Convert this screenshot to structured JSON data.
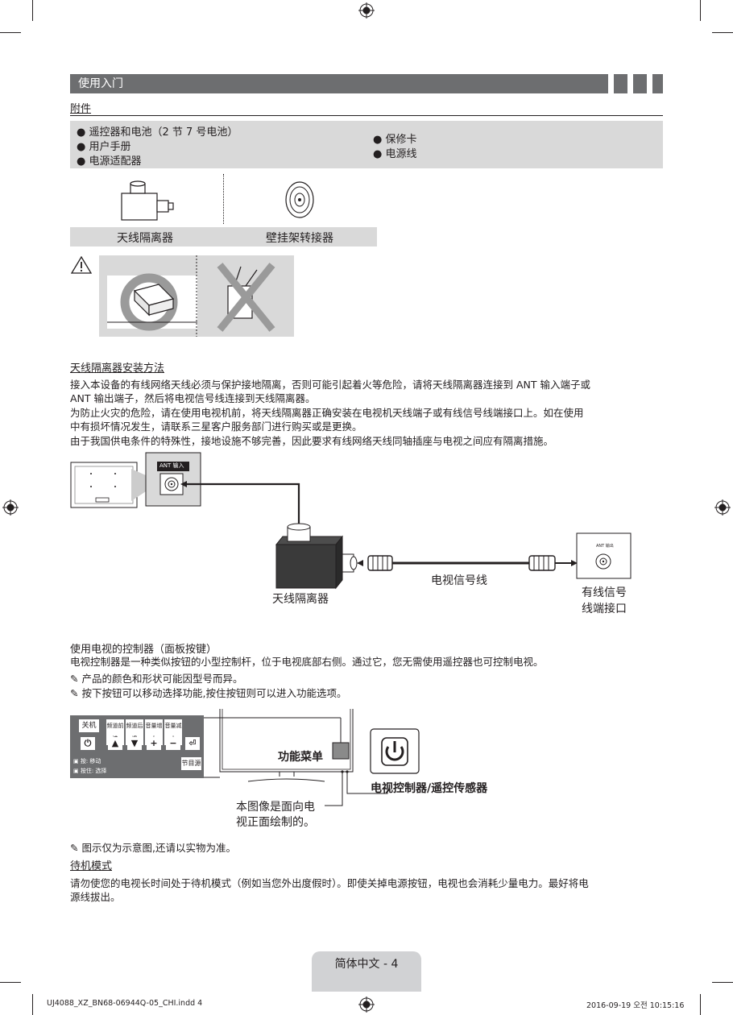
{
  "section": {
    "title": "使用入门"
  },
  "accessories": {
    "heading": "附件",
    "left_items": [
      "遥控器和电池（2 节 7 号电池）",
      "用户手册",
      "电源适配器"
    ],
    "right_items": [
      "保修卡",
      "电源线"
    ],
    "item_captions": [
      "天线隔离器",
      "壁挂架转接器"
    ]
  },
  "install": {
    "heading": "天线隔离器安装方法",
    "paragraphs": [
      "接入本设备的有线网络天线必须与保护接地隔离，否则可能引起着火等危险，请将天线隔离器连接到 ANT 输入端子或",
      "ANT 输出端子，然后将电视信号线连接到天线隔离器。",
      "为防止火灾的危险，请在使用电视机前，将天线隔离器正确安装在电视机天线端子或有线信号线端接口上。如在使用",
      "中有损坏情况发生，请联系三星客户服务部门进行购买或是更换。",
      "由于我国供电条件的特殊性，接地设施不够完善，因此要求有线网络天线同轴插座与电视之间应有隔离措施。"
    ],
    "diagram": {
      "ant_in_label": "ANT 输入",
      "ant_out_label": "ANT 输出",
      "isolator_label": "天线隔离器",
      "cable_label": "电视信号线",
      "wall_port_label_1": "有线信号",
      "wall_port_label_2": "线端接口"
    }
  },
  "controller": {
    "heading": "使用电视的控制器（面板按键）",
    "description": "电视控制器是一种类似按钮的小型控制杆，位于电视底部右侧。通过它，您无需使用遥控器也可控制电视。",
    "notes": [
      "产品的颜色和形状可能因型号而异。",
      "按下按钮可以移动选择功能,按住按钮则可以进入功能选项。"
    ],
    "panel": {
      "off_label": "关机",
      "header_buttons": [
        "频道前进",
        "频道后退",
        "音量增大",
        "音量减小"
      ],
      "keys": [
        "⏻",
        "▲",
        "▼",
        "+",
        "−",
        "⏎"
      ],
      "hint_move": "按: 移动",
      "hint_select": "按住: 选择",
      "source_label": "节目源"
    },
    "function_menu_label": "功能菜单",
    "sensor_label": "电视控制器/遥控传感器",
    "front_note_1": "本图像是面向电",
    "front_note_2": "视正面绘制的。",
    "illustration_note": "图示仅为示意图,还请以实物为准。"
  },
  "standby": {
    "heading": "待机模式",
    "paragraphs": [
      "请勿使您的电视长时间处于待机模式（例如当您外出度假时）。即使关掉电源按钮，电视也会消耗少量电力。最好将电",
      "源线拔出。"
    ]
  },
  "footer": {
    "page_label": "简体中文 - 4",
    "file_name": "UJ4088_XZ_BN68-06944Q-05_CHI.indd   4",
    "timestamp": "2016-09-19   오전 10:15:16"
  },
  "colors": {
    "header_gray": "#6d6e70",
    "box_gray": "#d9d9d9",
    "text": "#231f20"
  }
}
